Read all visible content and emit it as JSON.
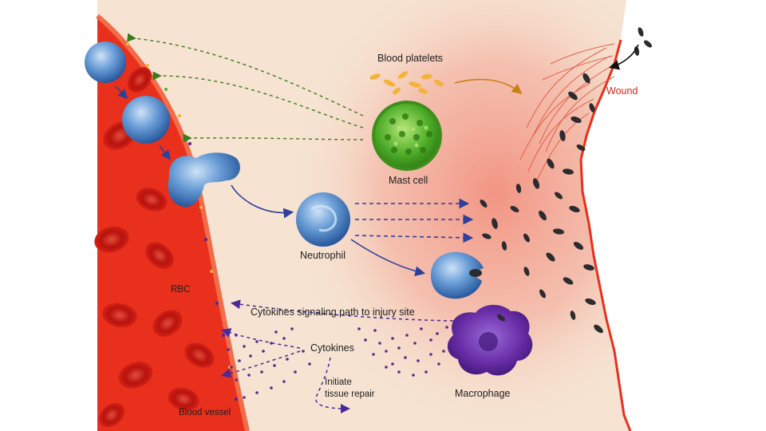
{
  "labels": {
    "blood_platelets": "Blood platelets",
    "mast_cell": "Mast cell",
    "neutrophil": "Neutrophil",
    "wound": "Wound",
    "rbc": "RBC",
    "cytokines_path": "Cytokines signaling path to injury site",
    "cytokines": "Cytokines",
    "initiate_line1": "Initiate",
    "initiate_line2": "tissue repair",
    "macrophage": "Macrophage",
    "blood_vessel": "Blood vessel"
  },
  "colors": {
    "tissue_background": "#f6e3d2",
    "inflamed_tissue": "#f08a7a",
    "blood_vessel": "#e8301c",
    "vessel_wall": "#f36c4a",
    "rbc": "#cc1a12",
    "leukocyte_blue": "#4a7fc4",
    "mast_cell_green": "#4fae2a",
    "platelet_orange": "#f4b23a",
    "macrophage_purple": "#6a2fa8",
    "cytokine_dots": "#5a2a8a",
    "signal_arrow_green": "#3d7a1c",
    "migration_arrow_blue": "#2f3f9a",
    "platelet_arrow": "#c97f14",
    "wound_edge": "#e8301c",
    "wound_label": "#d8261a",
    "debris": "#2c2c30"
  },
  "icons": [
    "red-blood-cell-icon",
    "leukocyte-icon",
    "mast-cell-icon",
    "platelet-icon",
    "neutrophil-icon",
    "macrophage-icon",
    "bacteria-icon"
  ]
}
